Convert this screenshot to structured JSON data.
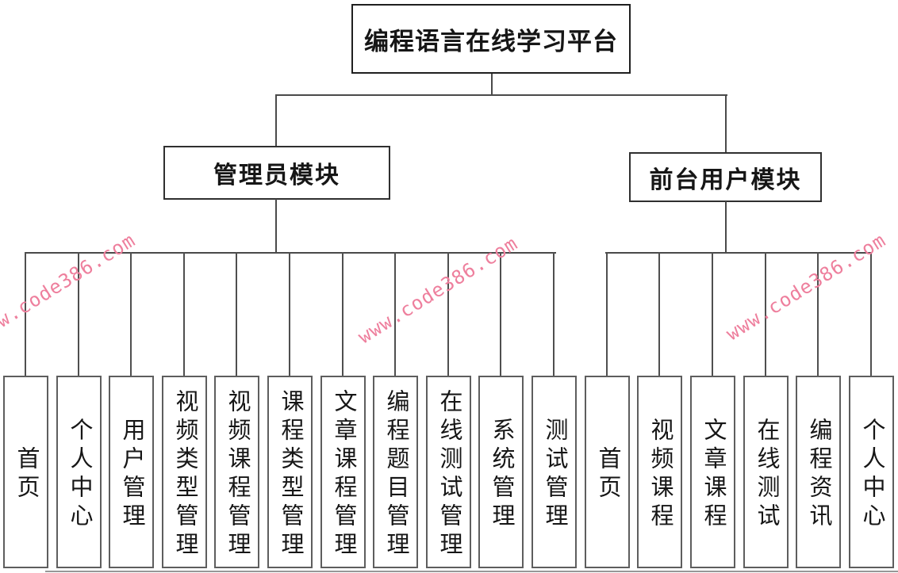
{
  "root": {
    "label": "编程语言在线学习平台"
  },
  "modules": [
    {
      "label": "管理员模块",
      "children": [
        "首页",
        "个人中心",
        "用户管理",
        "视频类型管理",
        "视频课程管理",
        "课程类型管理",
        "文章课程管理",
        "编程题目管理",
        "在线测试管理",
        "系统管理",
        "测试管理"
      ]
    },
    {
      "label": "前台用户模块",
      "children": [
        "首页",
        "视频课程",
        "文章课程",
        "在线测试",
        "编程资讯",
        "个人中心"
      ]
    }
  ],
  "watermark": {
    "text": "www.code386.com",
    "color": "#ee7f9d"
  }
}
